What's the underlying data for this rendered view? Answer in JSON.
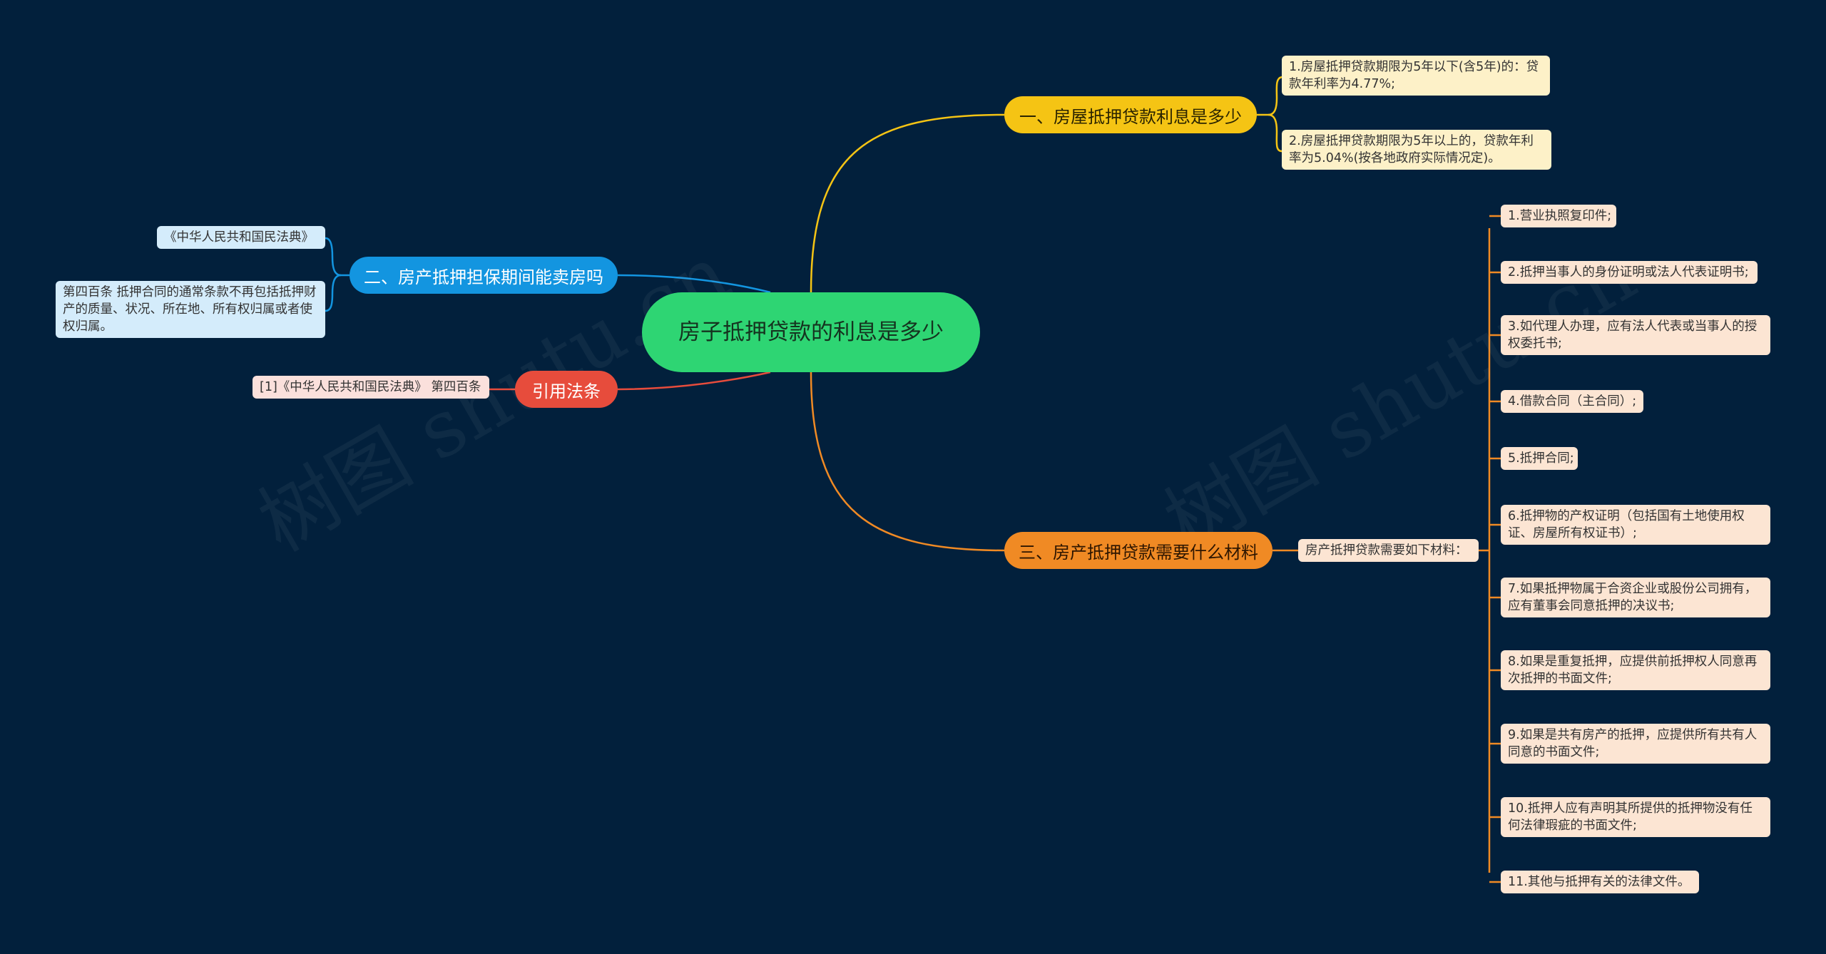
{
  "watermark": "树图 shutu.cn",
  "root": {
    "label": "房子抵押贷款的利息是多少",
    "color": "#2ed573"
  },
  "branches": [
    {
      "label": "一、房屋抵押贷款利息是多少",
      "color": "#f5c414",
      "children": [
        "1.房屋抵押贷款期限为5年以下(含5年)的：贷款年利率为4.77%;",
        "2.房屋抵押贷款期限为5年以上的，贷款年利率为5.04%(按各地政府实际情况定)。"
      ]
    },
    {
      "label": "二、房产抵押担保期间能卖房吗",
      "color": "#1395e0",
      "children": [
        "《中华人民共和国民法典》",
        "第四百条 抵押合同的通常条款不再包括抵押财产的质量、状况、所在地、所有权归属或者使权归属。"
      ]
    },
    {
      "label": "引用法条",
      "color": "#e74c3c",
      "children": [
        "[1]《中华人民共和国民法典》 第四百条"
      ]
    },
    {
      "label": "三、房产抵押贷款需要什么材料",
      "color": "#f08a24",
      "intro": "房产抵押贷款需要如下材料：",
      "children": [
        "1.营业执照复印件;",
        "2.抵押当事人的身份证明或法人代表证明书;",
        "3.如代理人办理，应有法人代表或当事人的授权委托书;",
        "4.借款合同（主合同）;",
        "5.抵押合同;",
        "6.抵押物的产权证明（包括国有土地使用权证、房屋所有权证书）;",
        "7.如果抵押物属于合资企业或股份公司拥有，应有董事会同意抵押的决议书;",
        "8.如果是重复抵押，应提供前抵押权人同意再次抵押的书面文件;",
        "9.如果是共有房产的抵押，应提供所有共有人同意的书面文件;",
        "10.抵押人应有声明其所提供的抵押物没有任何法律瑕疵的书面文件;",
        "11.其他与抵押有关的法律文件。"
      ]
    }
  ]
}
